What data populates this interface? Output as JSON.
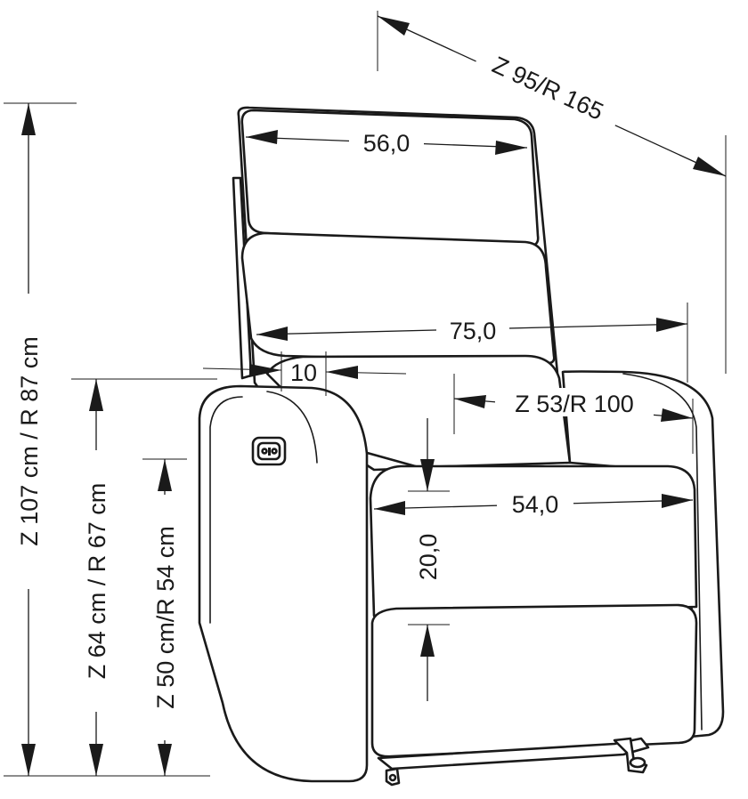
{
  "dimensions": {
    "depth_total": "Z 95/R 165",
    "backrest_width": "56,0",
    "total_width": "75,0",
    "armrest_width": "10",
    "seat_depth": "Z 53/R 100",
    "seat_width": "54,0",
    "cushion_height": "20,0",
    "total_height": "Z 107 cm / R 87 cm",
    "armrest_height": "Z 64 cm / R 67 cm",
    "seat_height": "Z 50 cm/R 54 cm"
  },
  "colors": {
    "line": "#1a1a1a",
    "background": "#ffffff"
  }
}
